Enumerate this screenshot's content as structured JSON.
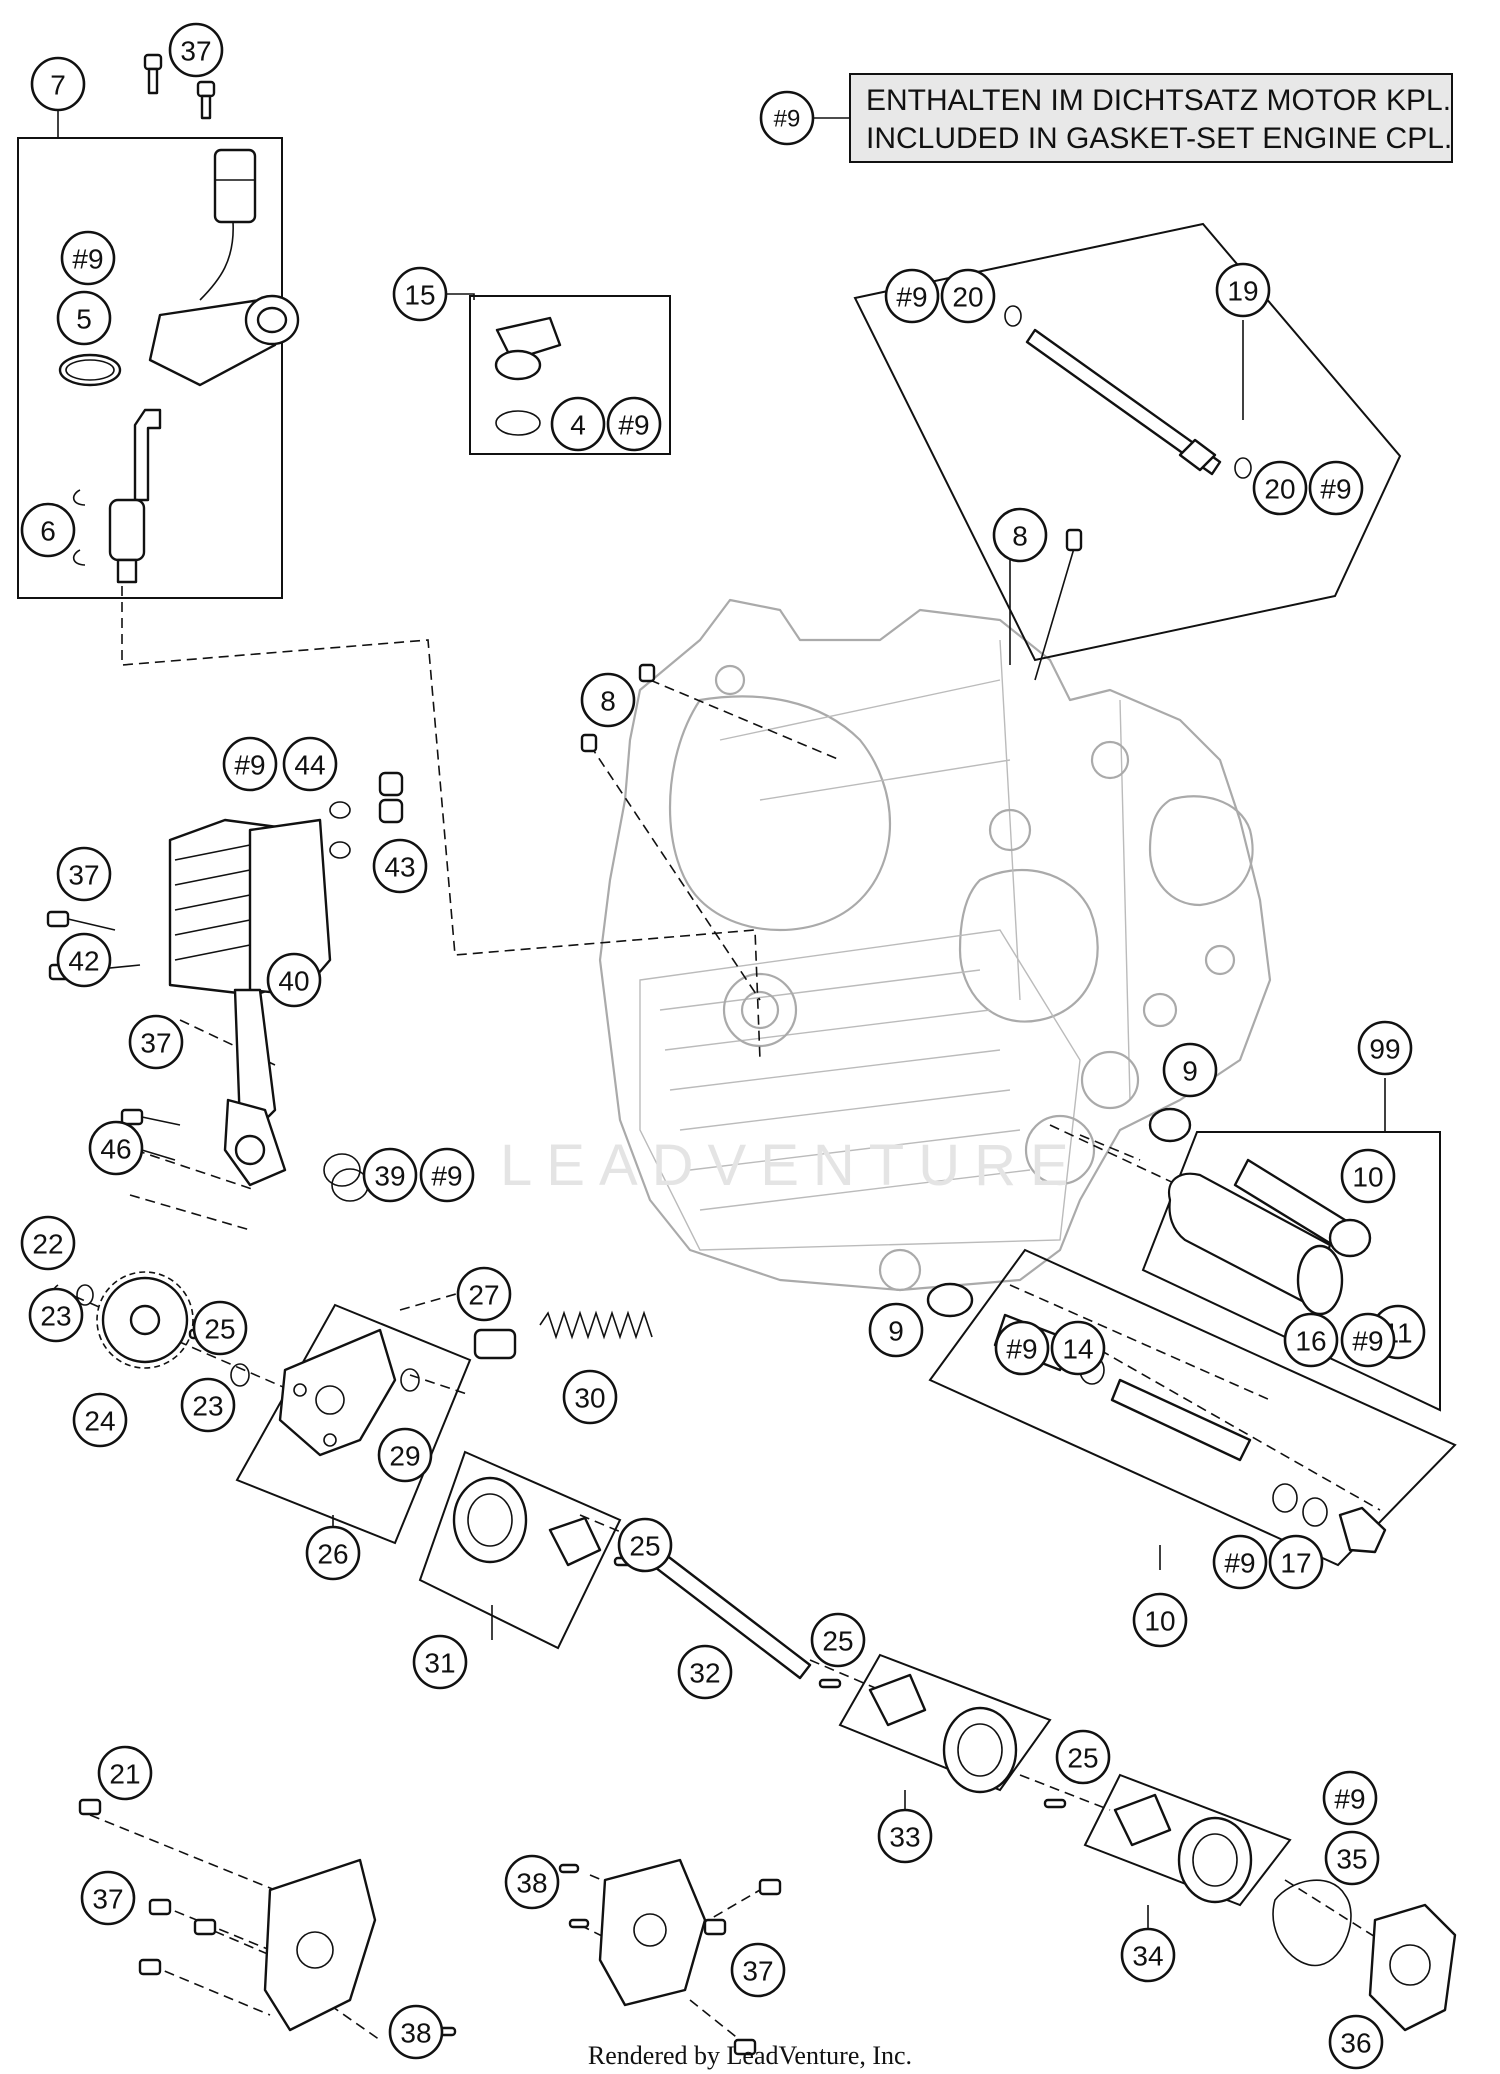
{
  "note": {
    "ref": "#9",
    "line1": "ENTHALTEN IM DICHTSATZ MOTOR KPL.",
    "line2": "INCLUDED IN GASKET-SET ENGINE CPL."
  },
  "watermark": "LEADVENTURE",
  "credit": "Rendered by LeadVenture, Inc.",
  "callouts": [
    {
      "id": "c-7",
      "label": "7"
    },
    {
      "id": "c-37a",
      "label": "37"
    },
    {
      "id": "c-9a",
      "label": "#9"
    },
    {
      "id": "c-5",
      "label": "5"
    },
    {
      "id": "c-6",
      "label": "6"
    },
    {
      "id": "c-15",
      "label": "15"
    },
    {
      "id": "c-4",
      "label": "4"
    },
    {
      "id": "c-9b",
      "label": "#9"
    },
    {
      "id": "c-9c",
      "label": "#9"
    },
    {
      "id": "c-20a",
      "label": "20"
    },
    {
      "id": "c-19",
      "label": "19"
    },
    {
      "id": "c-20b",
      "label": "20"
    },
    {
      "id": "c-9d",
      "label": "#9"
    },
    {
      "id": "c-8a",
      "label": "8"
    },
    {
      "id": "c-8b",
      "label": "8"
    },
    {
      "id": "c-9e",
      "label": "#9"
    },
    {
      "id": "c-44",
      "label": "44"
    },
    {
      "id": "c-43",
      "label": "43"
    },
    {
      "id": "c-37b",
      "label": "37"
    },
    {
      "id": "c-42",
      "label": "42"
    },
    {
      "id": "c-40",
      "label": "40"
    },
    {
      "id": "c-37c",
      "label": "37"
    },
    {
      "id": "c-46",
      "label": "46"
    },
    {
      "id": "c-39",
      "label": "39"
    },
    {
      "id": "c-9f",
      "label": "#9"
    },
    {
      "id": "c-9g",
      "label": "9"
    },
    {
      "id": "c-99",
      "label": "99"
    },
    {
      "id": "c-10a",
      "label": "10"
    },
    {
      "id": "c-11",
      "label": "11"
    },
    {
      "id": "c-9h",
      "label": "9"
    },
    {
      "id": "c-9i",
      "label": "#9"
    },
    {
      "id": "c-14",
      "label": "14"
    },
    {
      "id": "c-16",
      "label": "16"
    },
    {
      "id": "c-9j",
      "label": "#9"
    },
    {
      "id": "c-9k",
      "label": "#9"
    },
    {
      "id": "c-17",
      "label": "17"
    },
    {
      "id": "c-10b",
      "label": "10"
    },
    {
      "id": "c-22",
      "label": "22"
    },
    {
      "id": "c-23a",
      "label": "23"
    },
    {
      "id": "c-24",
      "label": "24"
    },
    {
      "id": "c-25a",
      "label": "25"
    },
    {
      "id": "c-23b",
      "label": "23"
    },
    {
      "id": "c-27",
      "label": "27"
    },
    {
      "id": "c-30",
      "label": "30"
    },
    {
      "id": "c-29",
      "label": "29"
    },
    {
      "id": "c-26",
      "label": "26"
    },
    {
      "id": "c-25b",
      "label": "25"
    },
    {
      "id": "c-31",
      "label": "31"
    },
    {
      "id": "c-32",
      "label": "32"
    },
    {
      "id": "c-25c",
      "label": "25"
    },
    {
      "id": "c-25d",
      "label": "25"
    },
    {
      "id": "c-33",
      "label": "33"
    },
    {
      "id": "c-21",
      "label": "21"
    },
    {
      "id": "c-37d",
      "label": "37"
    },
    {
      "id": "c-38a",
      "label": "38"
    },
    {
      "id": "c-38b",
      "label": "38"
    },
    {
      "id": "c-37e",
      "label": "37"
    },
    {
      "id": "c-9l",
      "label": "#9"
    },
    {
      "id": "c-35",
      "label": "35"
    },
    {
      "id": "c-34",
      "label": "34"
    },
    {
      "id": "c-36",
      "label": "36"
    }
  ]
}
